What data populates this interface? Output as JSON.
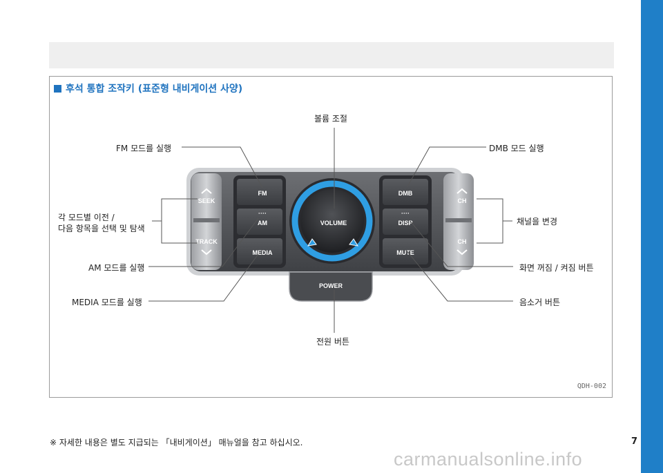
{
  "section_title": "후석 통합 조작키 (표준형 내비게이션 사양)",
  "figure_code": "QDH-002",
  "page_number": "7",
  "footnote": "※ 자세한 내용은 별도 지급되는 「내비게이션」 매뉴얼을 참고 하십시오.",
  "watermark": "carmanualsonline.info",
  "labels": {
    "volume": "볼륨 조절",
    "fm": "FM 모드를 실행",
    "dmb": "DMB 모드 실행",
    "seek_line1": "각 모드별 이전 /",
    "seek_line2": "다음 항목을 선택 및 탐색",
    "channel": "채널을 변경",
    "am": "AM 모드를 실행",
    "disp": "화면 꺼짐 / 켜짐 버튼",
    "media": "MEDIA  모드를 실행",
    "mute": "음소거 버튼",
    "power": "전원 버튼"
  },
  "buttons": {
    "seek": "SEEK",
    "track": "TRACK",
    "fm": "FM",
    "am": "AM",
    "media": "MEDIA",
    "volume": "VOLUME",
    "dmb": "DMB",
    "disp": "DISP",
    "mute": "MUTE",
    "power": "POWER",
    "ch_up": "CH",
    "ch_down": "CH"
  }
}
